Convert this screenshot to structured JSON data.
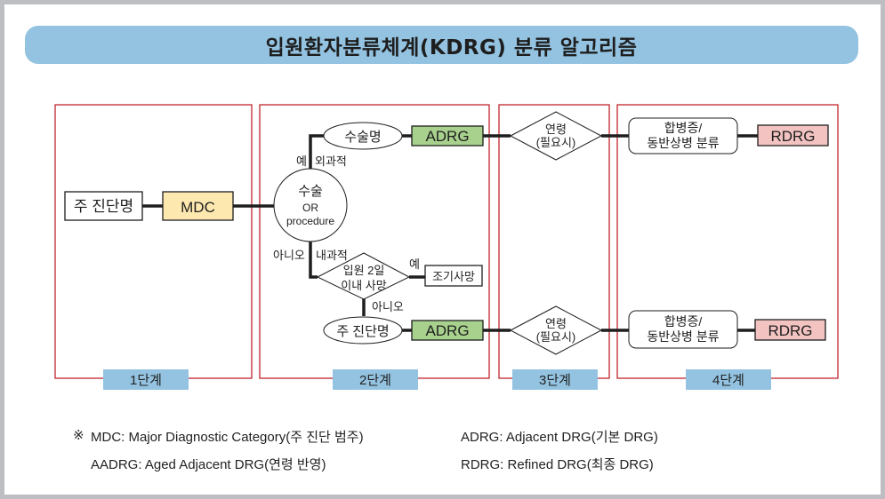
{
  "title": "입원환자분류체계(KDRG) 분류 알고리즘",
  "colors": {
    "title_bar": "#93c3e1",
    "stage_border": "#c0272d",
    "stage_label_bg": "#93c3e1",
    "mdc_fill": "#fde9b0",
    "adrg_fill": "#a8d18d",
    "rdrg_fill": "#f2c3c0"
  },
  "stages": [
    {
      "label": "1단계"
    },
    {
      "label": "2단계"
    },
    {
      "label": "3단계"
    },
    {
      "label": "4단계"
    }
  ],
  "nodes": {
    "main_diagnosis_1": "주 진단명",
    "mdc": "MDC",
    "surgery_circle": {
      "line1": "수술",
      "line2": "OR",
      "line3": "procedure"
    },
    "surgery_name": "수술명",
    "adrg_top": "ADRG",
    "adrg_bottom": "ADRG",
    "death_decision": {
      "line1": "입원 2일",
      "line2": "이내 사망"
    },
    "early_death": "조기사망",
    "main_diagnosis_2": "주 진단명",
    "age_top": {
      "line1": "연령",
      "line2": "(필요시)"
    },
    "age_bottom": {
      "line1": "연령",
      "line2": "(필요시)"
    },
    "comorbidity_top": {
      "line1": "합병증/",
      "line2": "동반상병 분류"
    },
    "comorbidity_bottom": {
      "line1": "합병증/",
      "line2": "동반상병 분류"
    },
    "rdrg_top": "RDRG",
    "rdrg_bottom": "RDRG"
  },
  "edge_labels": {
    "yes_surgical": {
      "yes": "예",
      "type": "외과적"
    },
    "no_medical": {
      "no": "아니오",
      "type": "내과적"
    },
    "death_yes": "예",
    "death_no": "아니오"
  },
  "legend": {
    "mark": "※",
    "mdc": "MDC: Major Diagnostic Category(주 진단 범주)",
    "aadrg": "AADRG: Aged Adjacent DRG(연령 반영)",
    "adrg": "ADRG: Adjacent DRG(기본 DRG)",
    "rdrg": "RDRG: Refined DRG(최종 DRG)"
  }
}
